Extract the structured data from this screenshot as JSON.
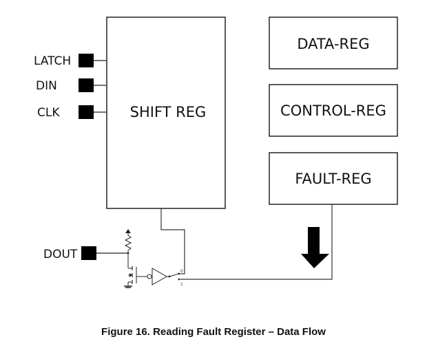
{
  "diagram": {
    "inputs": [
      {
        "label": "LATCH"
      },
      {
        "label": "DIN"
      },
      {
        "label": "CLK"
      }
    ],
    "output": {
      "label": "DOUT"
    },
    "shift_register": {
      "label": "SHIFT REG"
    },
    "registers": [
      {
        "label": "DATA-REG"
      },
      {
        "label": "CONTROL-REG"
      },
      {
        "label": "FAULT-REG"
      }
    ],
    "mux": {
      "input0": "0",
      "input1": "1"
    },
    "caption": "Figure 16.  Reading Fault Register – Data Flow"
  }
}
